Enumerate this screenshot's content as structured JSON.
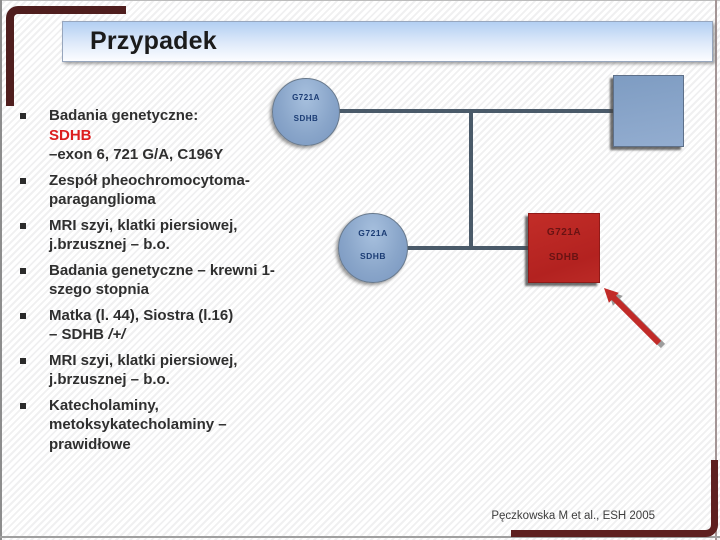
{
  "slide": {
    "title": "Przypadek",
    "citation": "Pęczkowska M et al., ESH 2005"
  },
  "bullets": [
    {
      "lines": [
        [
          {
            "t": "Badania genetyczne:"
          }
        ],
        [
          {
            "t": "SDHB",
            "cls": "red"
          }
        ],
        [
          {
            "t": "–exon 6, 721 G/A, C196Y"
          }
        ]
      ]
    },
    {
      "lines": [
        [
          {
            "t": "Zespół pheochromocytoma-"
          }
        ],
        [
          {
            "t": "paraganglioma"
          }
        ]
      ]
    },
    {
      "lines": [
        [
          {
            "t": "MRI szyi, klatki piersiowej,"
          }
        ],
        [
          {
            "t": "j.brzusznej – b.o."
          }
        ]
      ]
    },
    {
      "lines": [
        [
          {
            "t": "Badania genetyczne – krewni 1-"
          }
        ],
        [
          {
            "t": "szego stopnia"
          }
        ]
      ]
    },
    {
      "lines": [
        [
          {
            "t": "Matka (l. 44), Siostra (l.16)"
          }
        ],
        [
          {
            "t": "– SDHB "
          },
          {
            "t": "/+/",
            "cls": "italic"
          }
        ]
      ]
    },
    {
      "lines": [
        [
          {
            "t": "MRI szyi, klatki piersiowej,"
          }
        ],
        [
          {
            "t": "j.brzusznej – b.o."
          }
        ]
      ]
    },
    {
      "lines": [
        [
          {
            "t": "Katecholaminy,"
          }
        ],
        [
          {
            "t": "metoksykatecholaminy –"
          }
        ],
        [
          {
            "t": "prawidłowe"
          }
        ]
      ]
    }
  ],
  "pedigree": {
    "mother_circle": {
      "label1": "G721A",
      "label2": "SDHB"
    },
    "father_square": {},
    "sister_circle": {
      "label1": "G721A",
      "label2": "SDHB"
    },
    "proband_square": {
      "label1": "G721A",
      "label2": "SDHB"
    }
  },
  "colors": {
    "accent_red_text": "#dc1e1e",
    "bracket_maroon": "#4f1e1e",
    "connector_gray": "#4a5a69",
    "symbol_blue": "#8aa6ca",
    "proband_red": "#bb2a26",
    "arrow_red": "#c12b28"
  }
}
